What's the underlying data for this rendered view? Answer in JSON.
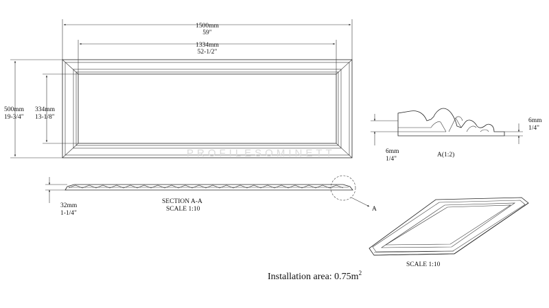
{
  "dimensions": {
    "overall_width_mm": "1500mm",
    "overall_width_in": "59\"",
    "inner_width_mm": "1334mm",
    "inner_width_in": "52-1/2\"",
    "overall_height_mm": "500mm",
    "overall_height_in": "19-3/4\"",
    "inner_height_mm": "334mm",
    "inner_height_in": "13-1/8\"",
    "profile_depth_mm": "6mm",
    "profile_depth_in": "1/4\"",
    "profile_width_mm": "6mm",
    "profile_width_in": "1/4\"",
    "thickness_mm": "32mm",
    "thickness_in": "1-1/4\""
  },
  "labels": {
    "detail": "A(1:2)",
    "section_title": "SECTION  A-A",
    "section_scale": "SCALE  1:10",
    "detail_marker": "A",
    "iso_scale": "SCALE  1:10",
    "installation_prefix": "Installation area: 0.75m",
    "installation_sup": "2",
    "watermark": "PROFILESOMINETT"
  },
  "colors": {
    "line": "#222222",
    "watermark": "#d9d9d9"
  }
}
